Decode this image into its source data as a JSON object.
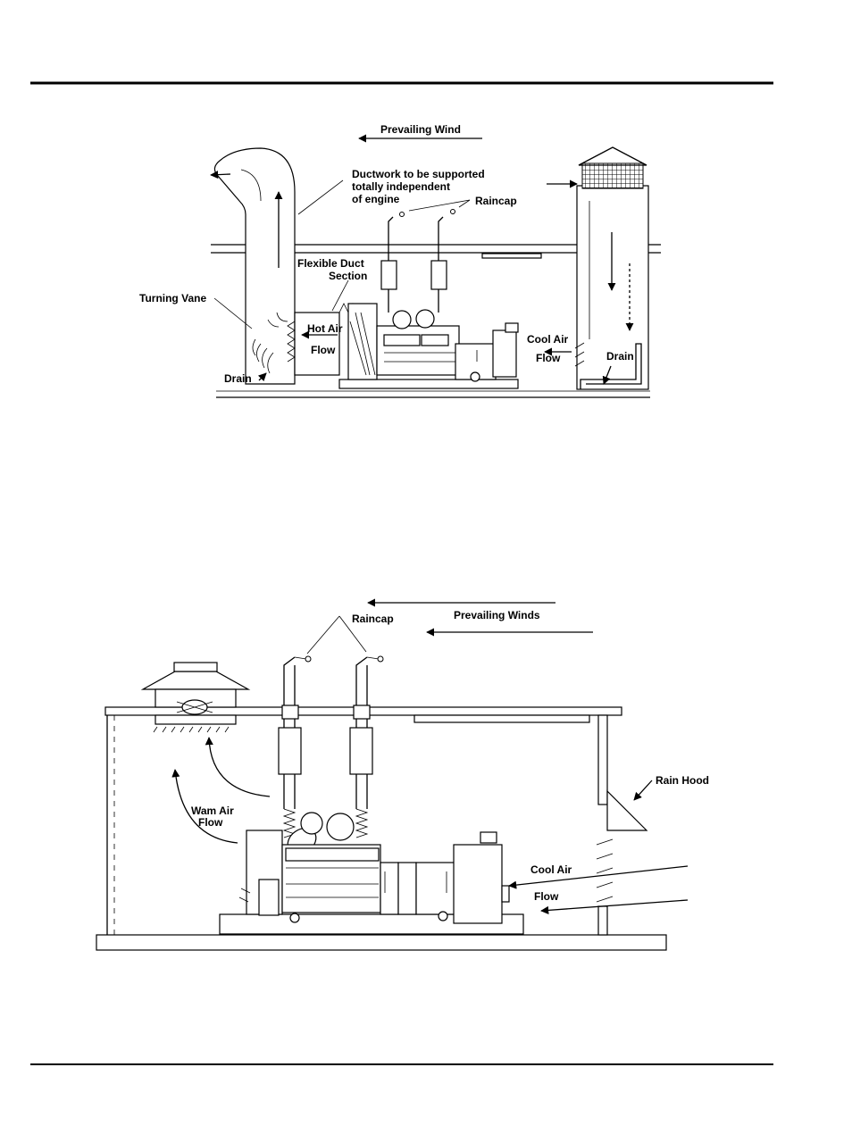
{
  "top_diagram": {
    "wind": "Prevailing Wind",
    "ductwork_1": "Ductwork to be supported",
    "ductwork_2": "totally independent",
    "ductwork_3": "of engine",
    "raincap": "Raincap",
    "flex_1": "Flexible Duct",
    "flex_2": "Section",
    "turning_vane": "Turning Vane",
    "hot_air_1": "Hot Air",
    "hot_air_2": "Flow",
    "drain_left": "Drain",
    "cool_air_1": "Cool Air",
    "cool_air_2": "Flow",
    "drain_right": "Drain"
  },
  "bottom_diagram": {
    "raincap": "Raincap",
    "wind": "Prevailing Winds",
    "warm_air_1": "Wam Air",
    "warm_air_2": "Flow",
    "rain_hood": "Rain Hood",
    "cool_air_1": "Cool Air",
    "cool_air_2": "Flow"
  }
}
